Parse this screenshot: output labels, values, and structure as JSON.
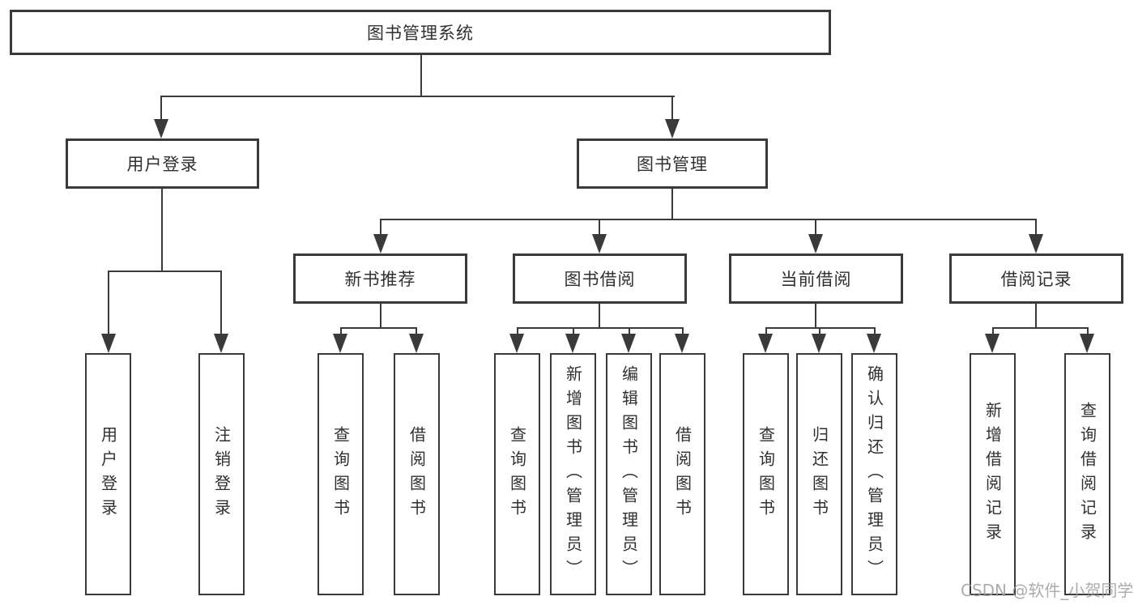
{
  "tree": {
    "root": {
      "label": "图书管理系统"
    },
    "branches": [
      {
        "label": "用户登录",
        "leaves": [
          {
            "label": "用户登录"
          },
          {
            "label": "注销登录"
          }
        ]
      },
      {
        "label": "图书管理",
        "groups": [
          {
            "label": "新书推荐",
            "leaves": [
              {
                "label": "查询图书"
              },
              {
                "label": "借阅图书"
              }
            ]
          },
          {
            "label": "图书借阅",
            "leaves": [
              {
                "label": "查询图书"
              },
              {
                "label": "新增图书（管理员）"
              },
              {
                "label": "编辑图书（管理员）"
              },
              {
                "label": "借阅图书"
              }
            ]
          },
          {
            "label": "当前借阅",
            "leaves": [
              {
                "label": "查询图书"
              },
              {
                "label": "归还图书"
              },
              {
                "label": "确认归还（管理员）"
              }
            ]
          },
          {
            "label": "借阅记录",
            "leaves": [
              {
                "label": "新增借阅记录"
              },
              {
                "label": "查询借阅记录"
              }
            ]
          }
        ]
      }
    ]
  },
  "watermark": "CSDN @软件_小贺同学",
  "colors": {
    "line": "#3a3a3a",
    "text": "#303030",
    "watermark": "#9e9e9e",
    "background": "#ffffff"
  }
}
